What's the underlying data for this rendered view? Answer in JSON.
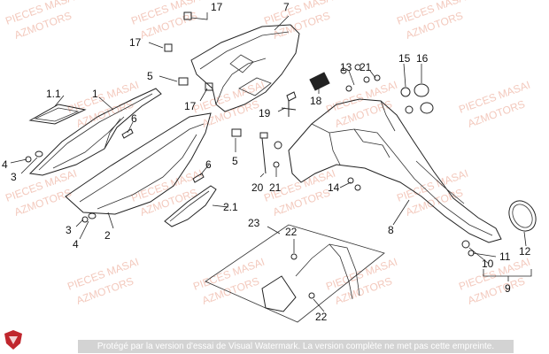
{
  "watermark": {
    "line1": "PIECES MASAI",
    "line2": "AZMOTORS"
  },
  "footer_notice": "Protégé par la version d'essai de Visual Watermark. La version complète ne met pas cette empreinte.",
  "callouts": [
    {
      "id": "c1_1",
      "text": "1.1"
    },
    {
      "id": "c1",
      "text": "1"
    },
    {
      "id": "c2",
      "text": "2"
    },
    {
      "id": "c2_1",
      "text": "2.1"
    },
    {
      "id": "c3a",
      "text": "3"
    },
    {
      "id": "c3b",
      "text": "3"
    },
    {
      "id": "c4a",
      "text": "4"
    },
    {
      "id": "c4b",
      "text": "4"
    },
    {
      "id": "c5a",
      "text": "5"
    },
    {
      "id": "c5b",
      "text": "5"
    },
    {
      "id": "c6a",
      "text": "6"
    },
    {
      "id": "c6b",
      "text": "6"
    },
    {
      "id": "c7",
      "text": "7"
    },
    {
      "id": "c8",
      "text": "8"
    },
    {
      "id": "c9",
      "text": "9"
    },
    {
      "id": "c10",
      "text": "10"
    },
    {
      "id": "c11",
      "text": "11"
    },
    {
      "id": "c12",
      "text": "12"
    },
    {
      "id": "c13",
      "text": "13"
    },
    {
      "id": "c14",
      "text": "14"
    },
    {
      "id": "c15",
      "text": "15"
    },
    {
      "id": "c16",
      "text": "16"
    },
    {
      "id": "c17a",
      "text": "17"
    },
    {
      "id": "c17b",
      "text": "17"
    },
    {
      "id": "c17c",
      "text": "17"
    },
    {
      "id": "c18",
      "text": "18"
    },
    {
      "id": "c19",
      "text": "19"
    },
    {
      "id": "c20",
      "text": "20"
    },
    {
      "id": "c21a",
      "text": "21"
    },
    {
      "id": "c21b",
      "text": "21"
    },
    {
      "id": "c22a",
      "text": "22"
    },
    {
      "id": "c22b",
      "text": "22"
    },
    {
      "id": "c23",
      "text": "23"
    }
  ],
  "colors": {
    "line": "#222222",
    "watermark": "#f3c9bd",
    "logo": "#c0262d"
  }
}
